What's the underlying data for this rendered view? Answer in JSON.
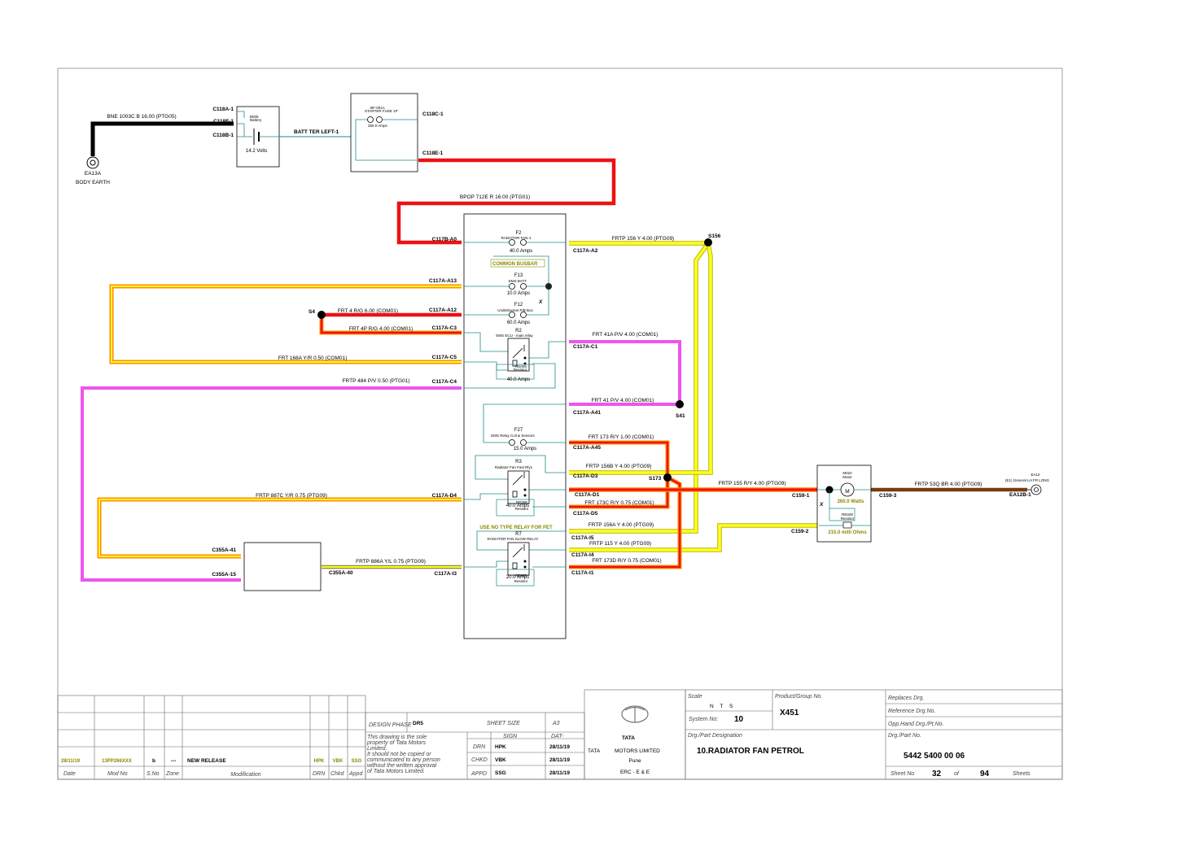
{
  "colors": {
    "black": "#000000",
    "red": "#ee1111",
    "yellow": "#ffff22",
    "yellow_edge": "#b8b800",
    "orange": "#ff8c00",
    "magenta": "#ee55ee",
    "brown": "#7a3b10",
    "teal": "#1c8a8a",
    "olive": "#8a8a00"
  },
  "earth": {
    "label": "EA13A",
    "sub": "BODY EARTH",
    "wire": "BNE  1003C  B  16.00  (PTG05)"
  },
  "battery": {
    "name": "B005",
    "desc": "Battery",
    "voltage": "14.2 Volts",
    "c1": "C118A-1",
    "c2": "C118F-1",
    "c3": "C118B-1",
    "batt_label": "BATT TER LEFT-1"
  },
  "starter": {
    "name": "BF-001A",
    "desc": "STARTER FUSE 1P",
    "amps": "250.0 Amps",
    "c_top": "C118C-1",
    "c_bot": "C118E-1"
  },
  "feed_wire": "BPOP  712E  R  16.00  (PTG01)",
  "busbar": {
    "c_in": "C117B-A0",
    "label": "COMMON BUSBAR"
  },
  "fuses": [
    {
      "name": "F2",
      "desc": "RADIATOR FAN-1",
      "amps": "40.0 Amps"
    },
    {
      "name": "F13",
      "desc": "EMS BATT",
      "amps": "10.0 Amps"
    },
    {
      "name": "F12",
      "desc": "Underbonnet P/B Box",
      "amps": "60.0 Amps"
    },
    {
      "name": "F27",
      "desc": "EMS Relay Coil & Sensors",
      "amps": "15.0 Amps"
    }
  ],
  "relays": [
    {
      "name": "R2",
      "desc": "EMS ECU - main relay",
      "amps": "40.0 Amps",
      "res": "Resistor",
      "res_name": "RE005"
    },
    {
      "name": "R3",
      "desc": "Radiator Fan Fast Rly1",
      "amps": "40.0 Amps",
      "res": "Resistor",
      "res_name": "RE006"
    },
    {
      "name": "R7",
      "desc": "RADIATOR FAN SLOW RELAY",
      "amps": "20.0 Amps",
      "res": "Resistor",
      "res_name": "RE007"
    }
  ],
  "relay_note": "USE NO TYPE RELAY FOR PET",
  "connectors": {
    "a13": "C117A-A13",
    "a12": "C117A-A12",
    "c3": "C117A-C3",
    "c5": "C117A-C5",
    "c4": "C117A-C4",
    "d4": "C117A-D4",
    "i3": "C117A-I3",
    "a2": "C117A-A2",
    "c1": "C117A-C1",
    "a41": "C117A-A41",
    "a45": "C117A-A45",
    "d3": "C117A-D3",
    "d1": "C117A-D1",
    "d5": "C117A-D5",
    "i5": "C117A-I5",
    "i4": "C117A-I4",
    "i1": "C117A-I1",
    "c355_41": "C355A-41",
    "c355_15": "C355A-15",
    "c355_40": "C355A-40",
    "c159_1": "C159-1",
    "c159_2": "C159-2",
    "c159_3": "C159-3",
    "ea12b": "EA12B-1"
  },
  "wires": {
    "a2": "FRTP  156  Y  4.00  (PTG09)",
    "f4": "FRT  4  R/G  6.00  (COM01)",
    "f4p": "FRT  4P  R/G  4.00  (COM01)",
    "f168": "FRT  168A  Y/R  0.50  (COM01)",
    "f484": "FRTP  484  P/V  0.50  (PTG01)",
    "f41a": "FRT  41A  P/V  4.00  (COM01)",
    "f41": "FRT  41    P/V  4.00  (COM01)",
    "f173": "FRT  173  R/Y  1.00  (COM01)",
    "f156b": "FRTP  156B  Y  4.00  (PTG09)",
    "f887c": "FRTP  887C  Y/R  0.75  (PTG09)",
    "f155": "FRTP  155  R/Y  4.00  (PTG09)",
    "f173c": "FRT  173C  R/Y  0.75  (COM01)",
    "f156a": "FRTP  156A  Y  4.00  (PTG09)",
    "f115": "FRTP  115  Y  4.00  (PTG09)",
    "f886a": "FRTP  886A  Y/L  0.75  (PTG09)",
    "f173d": "FRT  173D  R/Y  0.75  (COM01)",
    "f53q": "FRTP  53Q  BR  4.00  (PTG09)"
  },
  "splices": {
    "s156": "S156",
    "s4": "S4",
    "s41": "S41",
    "s173": "S173"
  },
  "marks": {
    "x": "X"
  },
  "motor": {
    "name": "M022",
    "desc": "Motor",
    "watts": "260.0 Watts",
    "res_name": "RE028",
    "res_desc": "Resistor",
    "res_val": "215.0 milli Ohms",
    "m": "M"
  },
  "earth2": {
    "label": "EA12",
    "desc": "(E1) General LH FR LONG"
  },
  "title_block": {
    "rev_date": "28/11/19",
    "rev_mod": "13PP266XXX",
    "rev_sno": "b",
    "rev_zone": "---",
    "rev_desc": "NEW RELEASE",
    "rev_drn": "HPK",
    "rev_chkd": "VBK",
    "rev_appd": "SSG",
    "h_date": "Date",
    "h_mod": "Mod No",
    "h_sno": "S.No",
    "h_zone": "Zone",
    "h_modification": "Modification",
    "h_drn": "DRN",
    "h_chkd": "Chkd",
    "h_appd": "Appd",
    "design_phase_label": "DESIGN PHASE",
    "design_phase": "DR5",
    "sheet_size_label": "SHEET SIZE",
    "sheet_size": "A3",
    "sign": "SIGN",
    "dat": "DAT-",
    "notice": [
      "This drawing is the sole",
      "property of Tata Motors",
      "Limited.",
      "  It should not be copied or",
      "communicated to any person",
      "without the written approval",
      "of Tata Motors Limited."
    ],
    "drn_label": "DRN",
    "drn": "HPK",
    "drn_date": "28/11/19",
    "chkd_label": "CHKD",
    "chkd": "VBK",
    "chkd_date": "28/11/19",
    "appd_label": "APPD",
    "appd": "SSG",
    "appd_date": "28/11/19",
    "company_logo": "TATA",
    "company": "MOTORS LIMITED",
    "city": "Pune",
    "dept": "ERC - E & E",
    "scale_label": "Scale",
    "scale": "N T S",
    "system_label": "System No:",
    "system": "10",
    "product_label": "Product/Group No.",
    "product": "X451",
    "designation_label": "Drg./Part Designation",
    "designation": "10.RADIATOR FAN PETROL",
    "replaces_label": "Replaces Drg.",
    "reference_label": "Reference Drg.No.",
    "opp_label": "Opp.Hand Drg./Pt.No.",
    "part_no_label": "Drg./Part No.",
    "part_no": "5442 5400 00 06",
    "sheet_no_label": "Sheet No",
    "sheet_no": "32",
    "of_label": "of",
    "sheet_total": "94",
    "sheets_label": "Sheets"
  }
}
